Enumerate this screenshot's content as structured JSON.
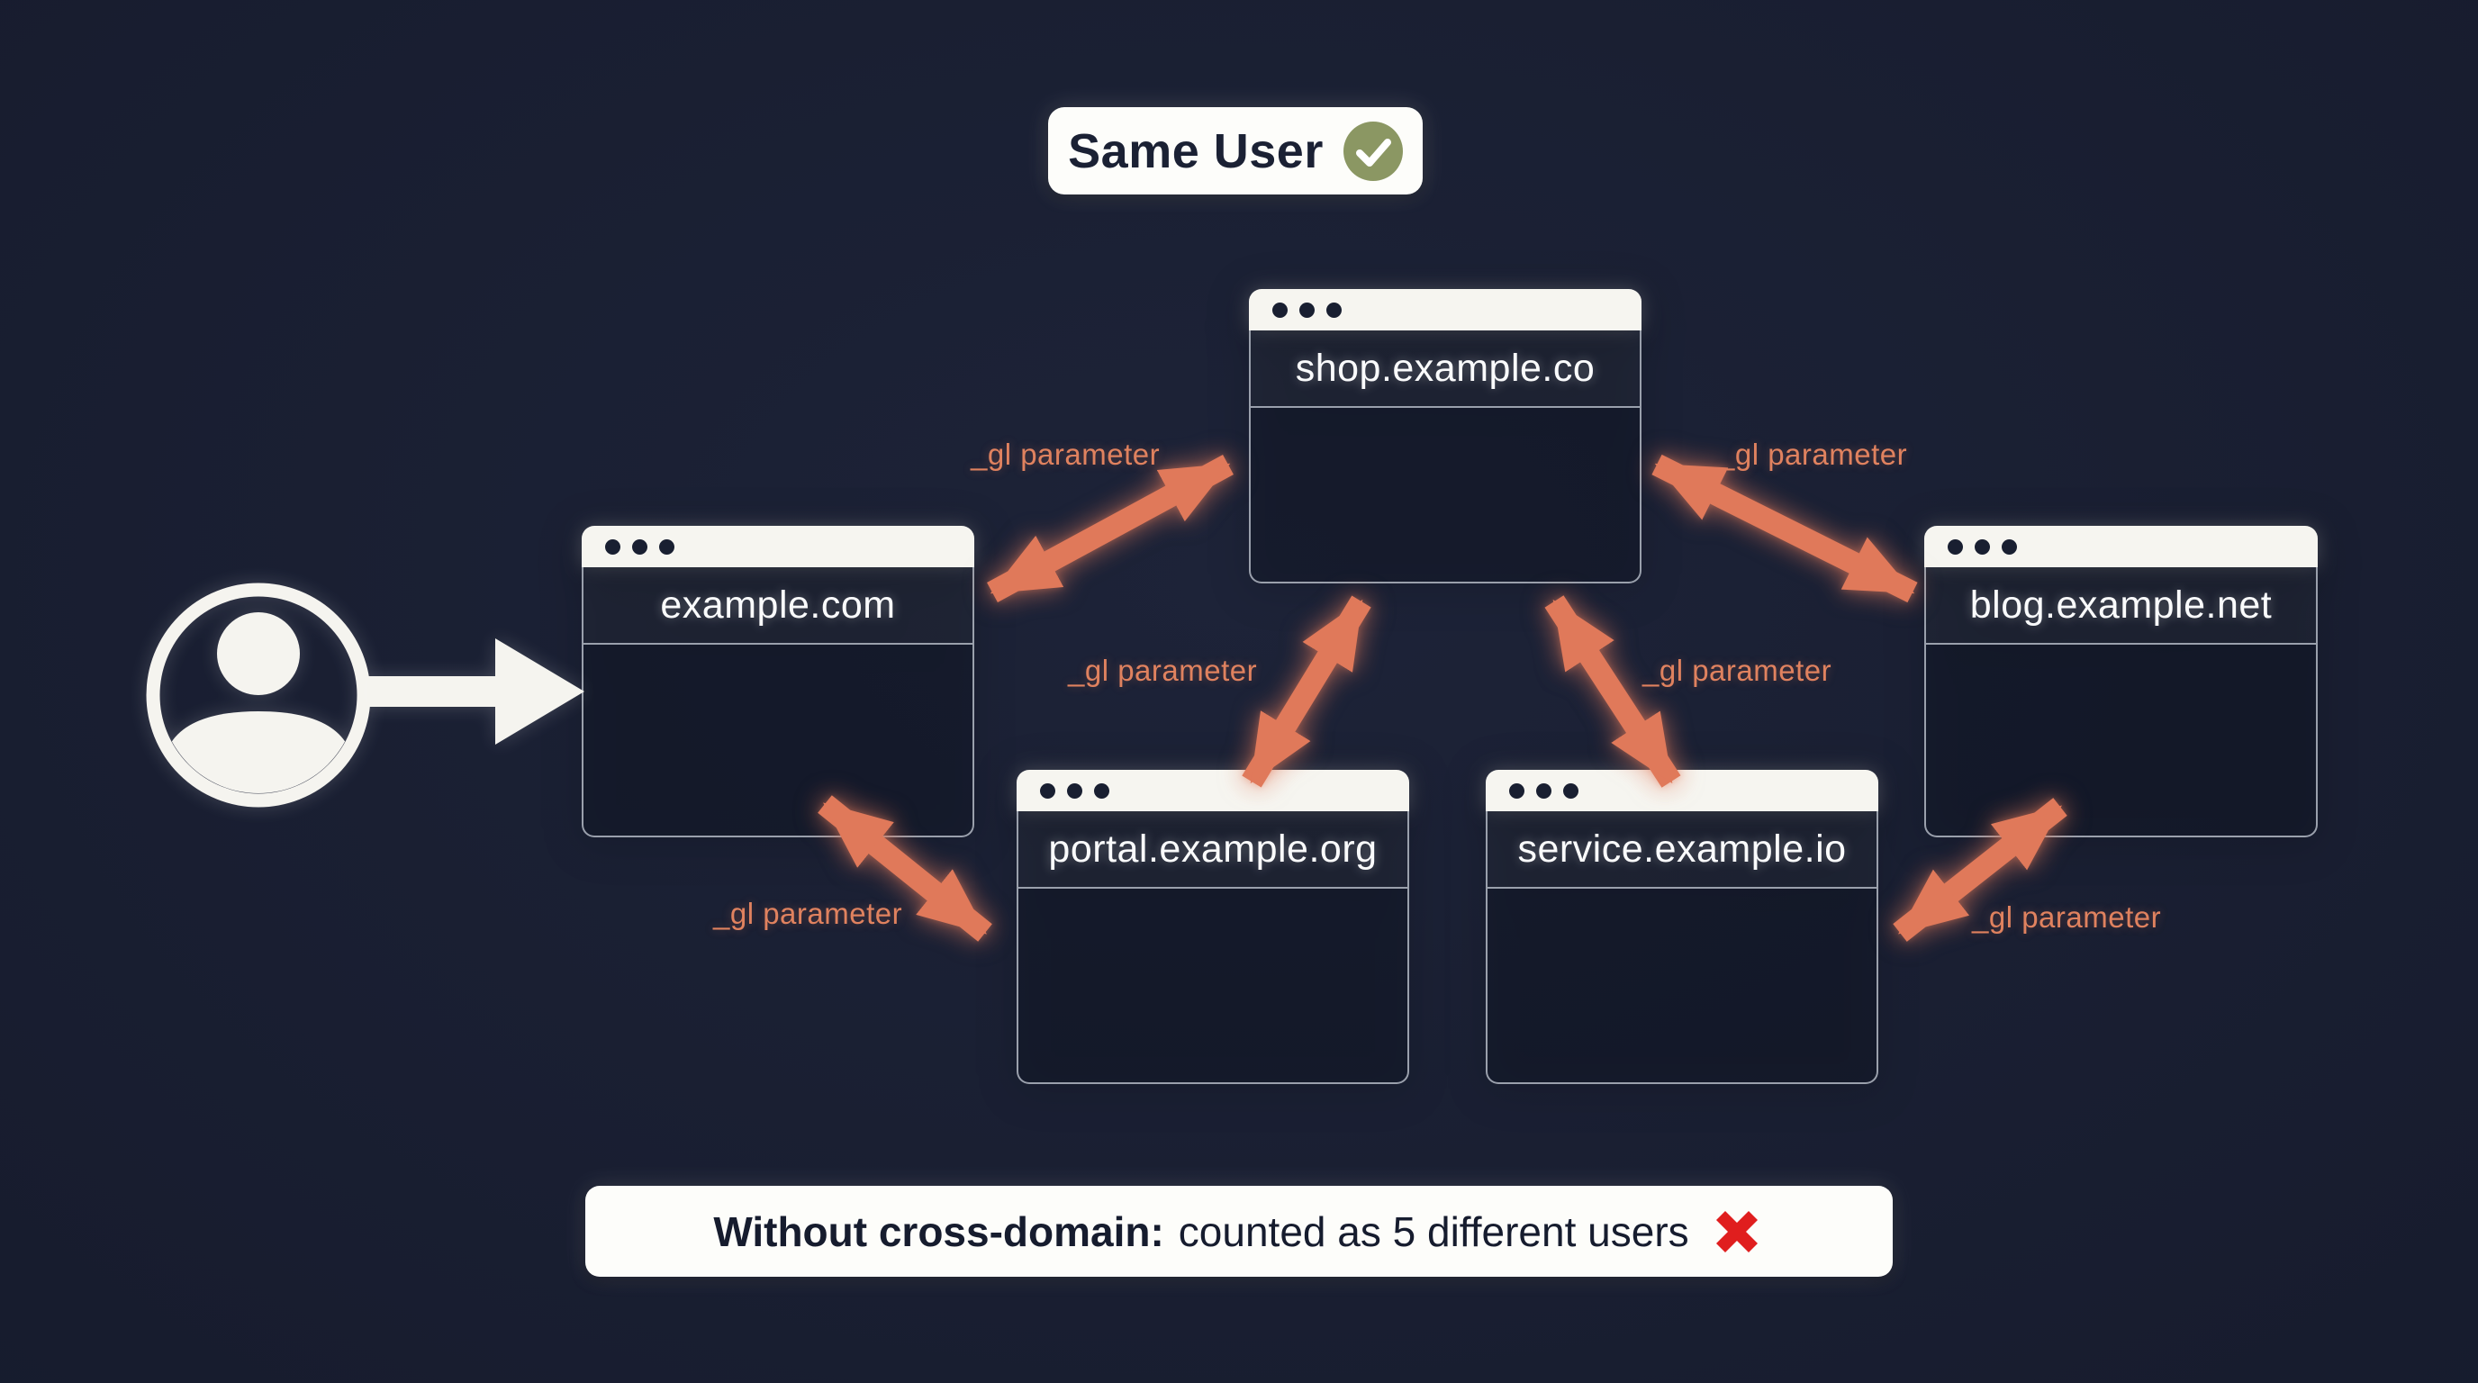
{
  "badge": {
    "text": "Same User"
  },
  "windows": [
    {
      "domain": "example.com"
    },
    {
      "domain": "shop.example.co"
    },
    {
      "domain": "blog.example.net"
    },
    {
      "domain": "portal.example.org"
    },
    {
      "domain": "service.example.io"
    }
  ],
  "gl_label": "_gl parameter",
  "footer": {
    "bold_text": "Without cross-domain:",
    "normal_text": "counted as 5 different users"
  },
  "icons": {
    "badge_check": "check-circle-icon",
    "footer_cross": "red-cross-icon",
    "user": "user-icon",
    "flow": "right-arrow-icon",
    "link": "double-headed-arrow-icon",
    "window_dots": "window-controls-dots"
  },
  "colors": {
    "background": "#171C2E",
    "arrow_orange": "#E0795A",
    "label_orange": "#E0825F",
    "check_green": "#8B9763",
    "cross_red": "#E01E1E",
    "window_titlebar": "#F6F5F0",
    "window_border": "#9AA0AC",
    "text_dark": "#1B2134",
    "domain_text": "#FAFBFC"
  }
}
